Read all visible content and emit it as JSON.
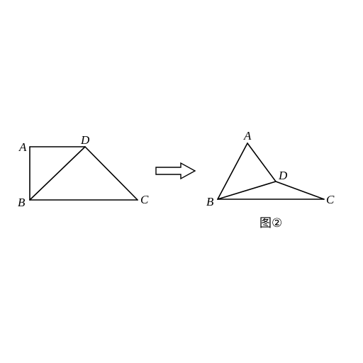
{
  "figure_left": {
    "labels": {
      "A": "A",
      "B": "B",
      "C": "C",
      "D": "D"
    }
  },
  "figure_right": {
    "labels": {
      "A": "A",
      "B": "B",
      "C": "C",
      "D": "D"
    },
    "caption": "图②"
  },
  "arrow": {
    "direction": "right"
  }
}
